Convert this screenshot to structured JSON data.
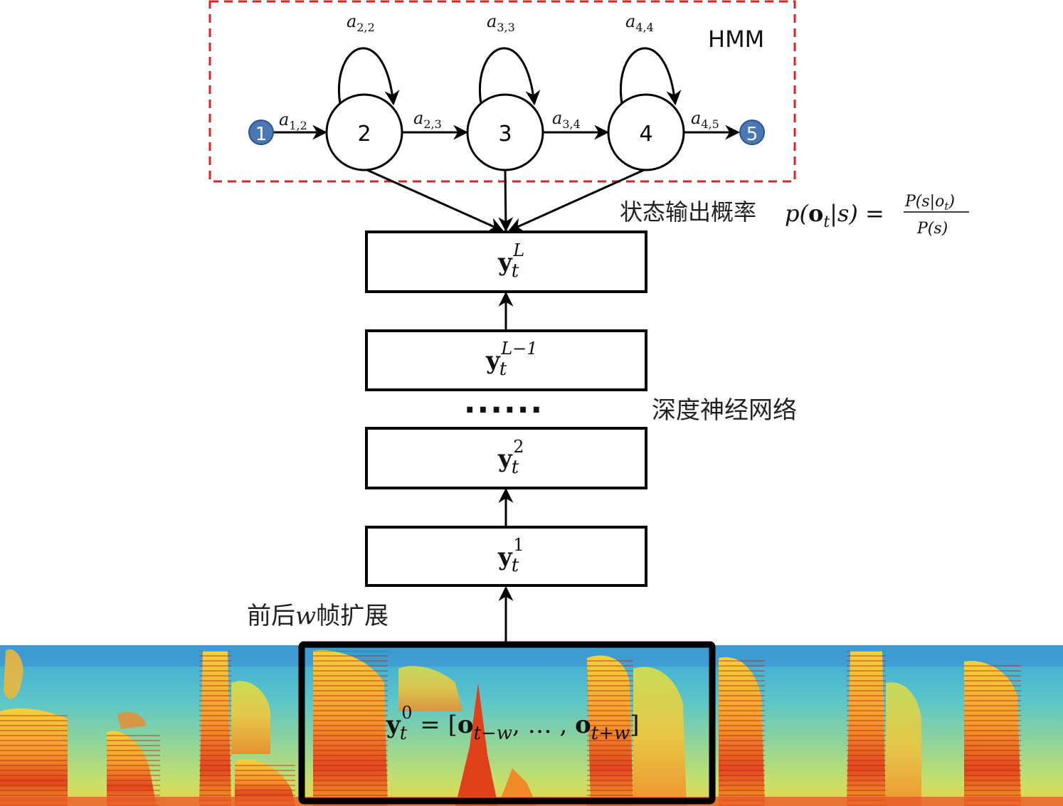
{
  "hmm": {
    "title": "HMM",
    "start_state": "1",
    "end_state": "5",
    "states": [
      "2",
      "3",
      "4"
    ],
    "transitions": {
      "a12": {
        "base": "a",
        "sub": "1,2"
      },
      "a23": {
        "base": "a",
        "sub": "2,3"
      },
      "a34": {
        "base": "a",
        "sub": "3,4"
      },
      "a45": {
        "base": "a",
        "sub": "4,5"
      }
    },
    "self_loops": [
      {
        "base": "a",
        "sub": "2,2"
      },
      {
        "base": "a",
        "sub": "3,3"
      },
      {
        "base": "a",
        "sub": "4,4"
      }
    ],
    "colors": {
      "dashed_border": "#e02020",
      "terminal_node": "#4a78b5"
    }
  },
  "output_prob": {
    "text": "状态输出概率",
    "formula_lhs": "p(",
    "formula_o": "o",
    "formula_t": "t",
    "formula_mid": "|s) =",
    "fraction_num": "P(s|o",
    "fraction_num_t": "t",
    "fraction_num_end": ")",
    "fraction_den": "P(s)"
  },
  "dnn": {
    "label": "深度神经网络",
    "dots": "......",
    "layers": [
      {
        "base": "y",
        "sub": "t",
        "sup": "L"
      },
      {
        "base": "y",
        "sub": "t",
        "sup": "L−1"
      },
      {
        "base": "y",
        "sub": "t",
        "sup": "2"
      },
      {
        "base": "y",
        "sub": "t",
        "sup": "1"
      }
    ]
  },
  "context": {
    "label_pre": "前后",
    "label_var": "w",
    "label_post": "帧扩展"
  },
  "input": {
    "y": "y",
    "y_sub": "t",
    "y_sup": "0",
    "eq": " = [",
    "o1": "o",
    "o1_sub": "t−w",
    "mid": ", … , ",
    "o2": "o",
    "o2_sub": "t+w",
    "close": "]"
  }
}
